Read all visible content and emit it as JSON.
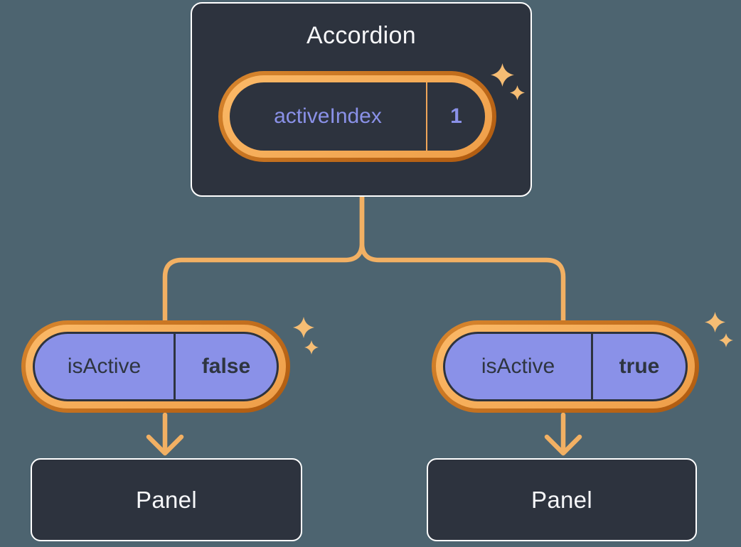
{
  "diagram": {
    "root": {
      "title": "Accordion",
      "pill": {
        "label": "activeIndex",
        "value": "1"
      }
    },
    "left": {
      "pill": {
        "label": "isActive",
        "value": "false"
      },
      "panel_label": "Panel"
    },
    "right": {
      "pill": {
        "label": "isActive",
        "value": "true"
      },
      "panel_label": "Panel"
    }
  },
  "icons": {
    "sparkle": "four-point-star"
  },
  "theme": {
    "background": "#4D6470",
    "box_fill": "#2D333E",
    "box_border": "#FFFFFF",
    "text_light": "#F6F7F9",
    "text_dark": "#2E3540",
    "purple": "#8A91E8",
    "line": "#F2B063",
    "sparkle": "#F6BD74",
    "divider_orange": "#EFA659",
    "ring_light_hi": "#FBB967",
    "ring_light_lo": "#EE9E48",
    "ring_dark_hi": "#D8862E",
    "ring_dark_lo": "#AF5A0F"
  }
}
